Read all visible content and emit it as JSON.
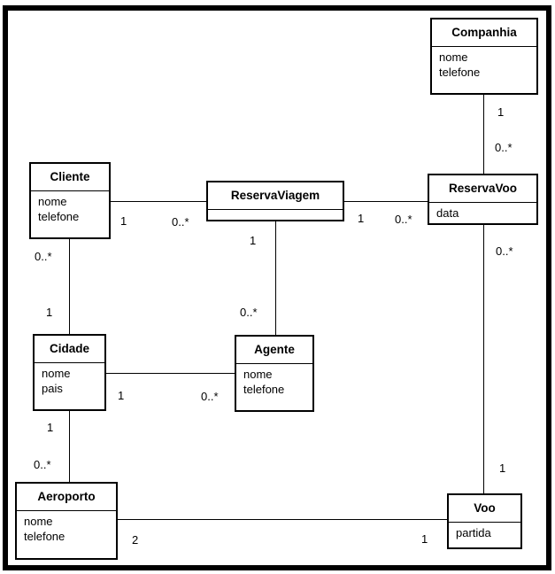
{
  "classes": {
    "companhia": {
      "name": "Companhia",
      "attributes": [
        "nome",
        "telefone"
      ]
    },
    "cliente": {
      "name": "Cliente",
      "attributes": [
        "nome",
        "telefone"
      ]
    },
    "reservaviagem": {
      "name": "ReservaViagem",
      "attributes": []
    },
    "reservavoo": {
      "name": "ReservaVoo",
      "attributes": [
        "data"
      ]
    },
    "cidade": {
      "name": "Cidade",
      "attributes": [
        "nome",
        "pais"
      ]
    },
    "agente": {
      "name": "Agente",
      "attributes": [
        "nome",
        "telefone"
      ]
    },
    "aeroporto": {
      "name": "Aeroporto",
      "attributes": [
        "nome",
        "telefone"
      ]
    },
    "voo": {
      "name": "Voo",
      "attributes": [
        "partida"
      ]
    }
  },
  "associations": {
    "cliente_reservaviagem": {
      "end_cliente": "1",
      "end_reservaviagem": "0..*"
    },
    "reservaviagem_reservavoo": {
      "end_reservaviagem": "1",
      "end_reservavoo": "0..*"
    },
    "companhia_reservavoo": {
      "end_companhia": "1",
      "end_reservavoo": "0..*"
    },
    "reservaviagem_agente": {
      "end_reservaviagem": "1",
      "end_agente": "0..*"
    },
    "reservavoo_voo": {
      "end_reservavoo": "0..*",
      "end_voo": "1"
    },
    "cliente_cidade": {
      "end_cliente": "0..*",
      "end_cidade": "1"
    },
    "cidade_agente": {
      "end_cidade": "1",
      "end_agente": "0..*"
    },
    "cidade_aeroporto": {
      "end_cidade": "1",
      "end_aeroporto": "0..*"
    },
    "aeroporto_voo": {
      "end_aeroporto": "2",
      "end_voo": "1"
    }
  },
  "colors": {
    "line": "#000000",
    "box_border": "#000000",
    "box_fill": "#ffffff",
    "text": "#000000",
    "background": "#ffffff"
  }
}
